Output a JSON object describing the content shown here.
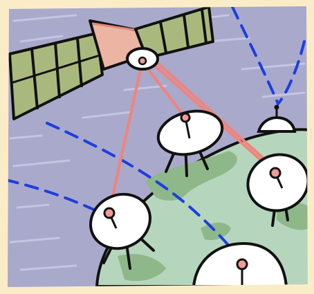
{
  "illustration": {
    "subject": "satellite-communication-clipart",
    "colors": {
      "border": "#fbecc8",
      "sky": "#a9a9cb",
      "sky_streak": "#c9c9e6",
      "globe": "#b5d6bc",
      "land": "#8fb88a",
      "solar_panel": "#a9b97e",
      "satellite_body": "#ecb4a2",
      "signal_link": "#f0837c",
      "relay_dash": "#1c3ee0",
      "dish": "#ffffff",
      "outline": "#111111",
      "feed_horn": "#f19a96"
    },
    "elements": [
      "satellite",
      "solar-panel-left",
      "solar-panel-right",
      "earth-globe",
      "dish-antenna-center",
      "dish-antenna-left",
      "dish-antenna-right",
      "dish-antenna-bottom",
      "dish-antenna-far",
      "signal-beams",
      "relay-dashed-lines"
    ]
  }
}
